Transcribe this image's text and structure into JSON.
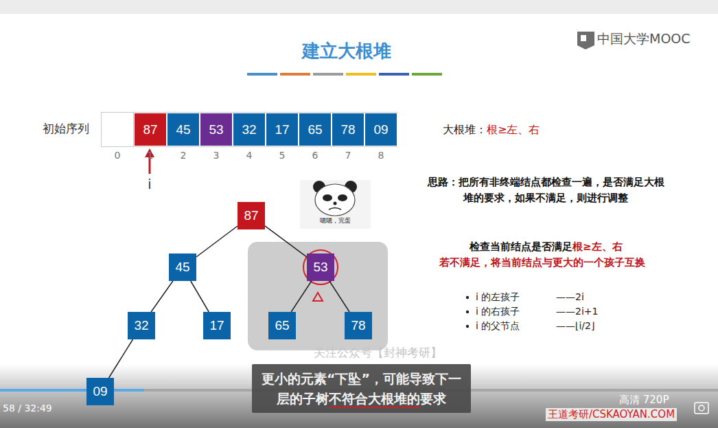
{
  "diagram": {
    "title": "建立大根堆",
    "nodes": [
      {
        "text": [
          "87"
        ]
      },
      {
        "text": [
          "45"
        ]
      },
      {
        "text": [
          "53"
        ]
      },
      {
        "text": [
          "32"
        ]
      },
      {
        "text": [
          "17"
        ]
      },
      {
        "text": [
          "65"
        ]
      },
      {
        "text": [
          "78"
        ]
      },
      {
        "text": [
          "09"
        ]
      },
      {
        "text": [
          "87"
        ]
      },
      {
        "text": [
          "45"
        ]
      },
      {
        "text": [
          "53"
        ]
      },
      {
        "text": [
          "32"
        ]
      },
      {
        "text": [
          "17"
        ]
      },
      {
        "text": [
          "65"
        ]
      },
      {
        "text": [
          "78"
        ]
      },
      {
        "text": [
          "09"
        ]
      },
      {
        "text": [
          "更小的元素“下坠”，可能导致下一层的子树",
          "不符合大根堆的",
          "要求"
        ]
      }
    ],
    "edges": [
      {
        "from": 8,
        "to": 9,
        "arrow": "none"
      },
      {
        "from": 8,
        "to": 10,
        "arrow": "none"
      },
      {
        "from": 9,
        "to": 11,
        "arrow": "none"
      },
      {
        "from": 9,
        "to": 12,
        "arrow": "none"
      },
      {
        "from": 10,
        "to": 13,
        "arrow": "none"
      },
      {
        "from": 10,
        "to": 14,
        "arrow": "none"
      },
      {
        "from": 11,
        "to": 15,
        "arrow": "none"
      }
    ],
    "labels": [
      "中国大学MOOC",
      "初始序列",
      "0",
      "1",
      "2",
      "3",
      "4",
      "5",
      "6",
      "7",
      "8",
      "i",
      "大根堆：",
      "根≥左、右",
      "思路：把所有非终端结点都检查一遍，是否满足大根堆的要求，如果不满足，则进行调整",
      "检查当前结点是否满足",
      "根≥左、右",
      "若不满足，将当前结点与更大的一个孩子互换",
      "i 的左孩子",
      "——2i",
      "i 的右孩子",
      "——2i+1",
      "i 的父节点",
      "——⌊i/2⌋",
      "嗯嗯，完蛋",
      "关注公众号【封神考研】",
      "58 / 32:49",
      "高清 720P",
      "王道考研/CSKAOYAN.COM"
    ]
  }
}
